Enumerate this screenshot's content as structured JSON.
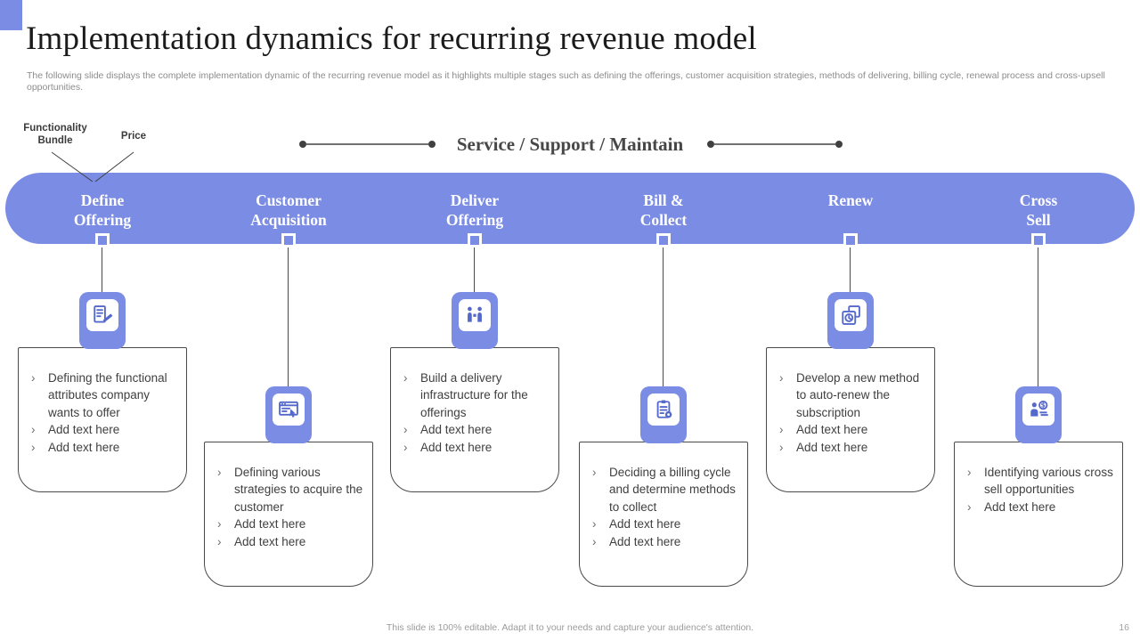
{
  "header": {
    "title": "Implementation dynamics for recurring revenue model",
    "subtitle": "The following slide displays the complete implementation dynamic of the recurring revenue model as it highlights multiple stages such as defining the offerings, customer acquisition strategies, methods of delivering, billing cycle, renewal process and cross-upsell opportunities."
  },
  "annotations": {
    "functionality_bundle": "Functionality Bundle",
    "price": "Price",
    "service_support": "Service / Support / Maintain"
  },
  "bullet_char": "›",
  "stages": [
    {
      "name": "define-offering",
      "label_lines": [
        "Define",
        "Offering"
      ],
      "icon": "document-edit-icon",
      "bullets": [
        "Defining the functional attributes company wants to offer",
        "Add text here",
        "Add text here"
      ]
    },
    {
      "name": "customer-acquisition",
      "label_lines": [
        "Customer",
        "Acquisition"
      ],
      "icon": "browser-cursor-icon",
      "bullets": [
        "Defining various strategies to acquire the customer",
        "Add text here",
        "Add text here"
      ]
    },
    {
      "name": "deliver-offering",
      "label_lines": [
        "Deliver",
        "Offering"
      ],
      "icon": "people-exchange-icon",
      "bullets": [
        "Build a delivery infrastructure for the offerings",
        "Add text here",
        "Add text here"
      ]
    },
    {
      "name": "bill-collect",
      "label_lines": [
        "Bill &",
        "Collect"
      ],
      "icon": "billing-clipboard-icon",
      "bullets": [
        "Deciding a billing cycle and determine methods to collect",
        "Add text here",
        "Add text here"
      ]
    },
    {
      "name": "renew",
      "label_lines": [
        "Renew"
      ],
      "icon": "renew-document-icon",
      "bullets": [
        "Develop a new method to auto-renew the subscription",
        "Add text here",
        "Add text here"
      ]
    },
    {
      "name": "cross-sell",
      "label_lines": [
        "Cross",
        "Sell"
      ],
      "icon": "cross-sell-icon",
      "bullets": [
        "Identifying various cross sell opportunities",
        "Add text here"
      ]
    }
  ],
  "footer": {
    "note": "This slide is 100% editable. Adapt it to your needs and capture your audience's attention.",
    "page_number": "16"
  },
  "colors": {
    "accent_blue": "#7b8ce4",
    "icon_glyph_blue": "#5568cc",
    "body_text": "#3f3f3f",
    "line_gray": "#4a4a4a"
  }
}
